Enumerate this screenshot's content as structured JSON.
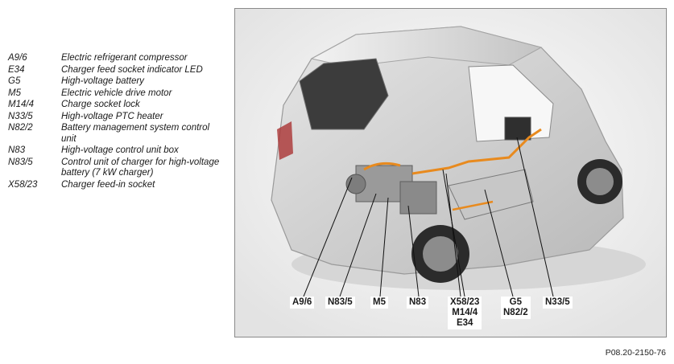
{
  "legend": [
    {
      "code": "A9/6",
      "desc": "Electric refrigerant compressor"
    },
    {
      "code": "E34",
      "desc": "Charger feed socket indicator LED"
    },
    {
      "code": "G5",
      "desc": "High-voltage battery"
    },
    {
      "code": "M5",
      "desc": "Electric vehicle drive motor"
    },
    {
      "code": "M14/4",
      "desc": "Charge socket lock"
    },
    {
      "code": "N33/5",
      "desc": "High-voltage PTC heater"
    },
    {
      "code": "N82/2",
      "desc": "Battery management system control unit"
    },
    {
      "code": "N83",
      "desc": "High-voltage control unit box"
    },
    {
      "code": "N83/5",
      "desc": "Control unit of charger for high-voltage battery (7 kW charger)"
    },
    {
      "code": "X58/23",
      "desc": "Charger feed-in socket"
    }
  ],
  "callouts": {
    "a9_6": "A9/6",
    "n83_5": "N83/5",
    "m5": "M5",
    "n83": "N83",
    "x58_23": "X58/23",
    "m14_4": "M14/4",
    "e34": "E34",
    "g5": "G5",
    "n82_2": "N82/2",
    "n33_5": "N33/5"
  },
  "figure_ref": "P08.20-2150-76",
  "colors": {
    "car_body": "#d3d3d3",
    "hv_cable": "#e88a1e",
    "component": "#9a9a9a",
    "leader": "#111111"
  }
}
